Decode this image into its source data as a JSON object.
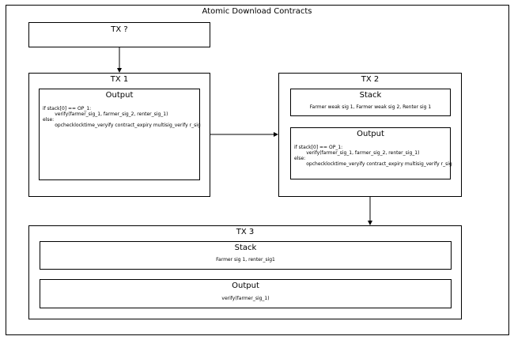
{
  "diagram": {
    "title": "Atomic Download Contracts",
    "tx_unknown": {
      "title": "TX ?"
    },
    "tx1": {
      "title": "TX 1",
      "output": {
        "title": "Output",
        "lines": [
          "if stack[0] == OP_1:",
          "        verify(farmer_sig_1, farmer_sig_2, renter_sig_1)",
          "else:",
          "        opchecklocktime_veryify contract_expiry multisig_verify r_sig"
        ]
      }
    },
    "tx2": {
      "title": "TX 2",
      "stack": {
        "title": "Stack",
        "content": "Farmer weak sig 1, Farmer weak sig 2, Renter sig 1"
      },
      "output": {
        "title": "Output",
        "lines": [
          "if stack[0] == OP_1:",
          "        verify(farmer_sig_1, farmer_sig_2, renter_sig_1)",
          "else:",
          "        opchecklocktime_veryify contract_expiry multisig_verify r_sig"
        ]
      }
    },
    "tx3": {
      "title": "TX 3",
      "stack": {
        "title": "Stack",
        "content": "Farmer sig 1, renter_sig1"
      },
      "output": {
        "title": "Output",
        "content": "verify(farmer_sig_1)"
      }
    }
  }
}
